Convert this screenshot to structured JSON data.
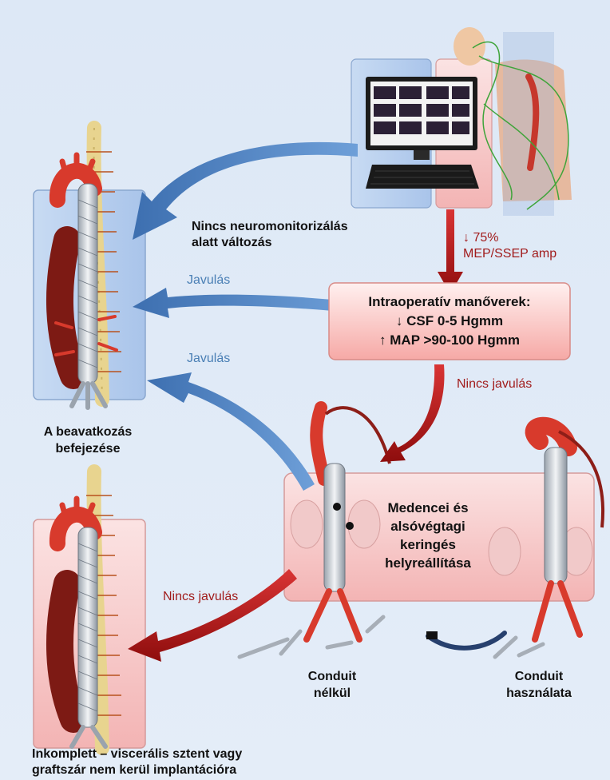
{
  "labels": {
    "no_change": [
      "Nincs neuromonitorizálás",
      "alatt változás"
    ],
    "drop": [
      "↓ 75%",
      "MEP/SSEP amp"
    ],
    "improve1": "Javulás",
    "improve2": "Javulás",
    "no_improve1": "Nincs javulás",
    "no_improve2": "Nincs javulás",
    "completion": [
      "A beavatkozás",
      "befejezése"
    ],
    "maneuvers_title": "Intraoperatív manőverek:",
    "maneuvers_csf": "↓ CSF 0-5 Hgmm",
    "maneuvers_map": "↑ MAP >90-100 Hgmm",
    "restore": [
      "Medencei és",
      "alsóvégtagi",
      "keringés",
      "helyreállítása"
    ],
    "conduit_without": [
      "Conduit",
      "nélkül"
    ],
    "conduit_with": [
      "Conduit",
      "használata"
    ],
    "incomplete": [
      "Inkomplett – viscerális sztent vagy",
      "graftszár nem kerül implantációra"
    ]
  },
  "colors": {
    "blue_arrow": "#4f84c4",
    "red_arrow": "#b01515",
    "blue_panel": "#b9d0ee",
    "red_panel": "#f6c3c3"
  }
}
